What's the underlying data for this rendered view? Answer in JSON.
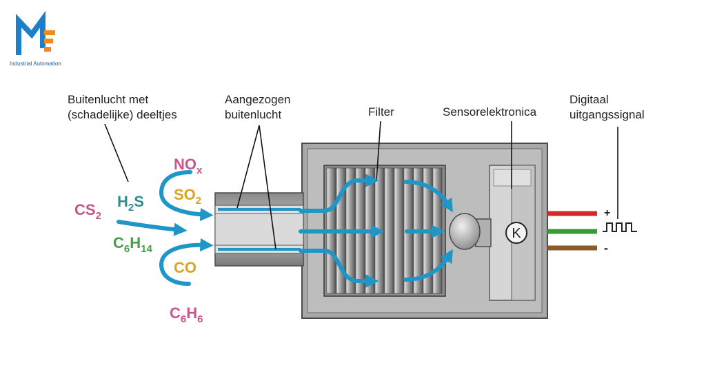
{
  "logo": {
    "caption": "Industrial Automation"
  },
  "labels": {
    "outside_air_1": "Buitenlucht met",
    "outside_air_2": "(schadelijke) deeltjes",
    "intake_1": "Aangezogen",
    "intake_2": "buitenlucht",
    "filter": "Filter",
    "electronics": "Sensorelektronica",
    "output_1": "Digitaal",
    "output_2": "uitgangssignal",
    "plus": "+",
    "minus": "-",
    "sensor_symbol": "K"
  },
  "gases": {
    "nox": {
      "base": "NO",
      "sub": "x"
    },
    "so2": {
      "base": "SO",
      "sub": "2"
    },
    "h2s": {
      "b1": "H",
      "s1": "2",
      "b2": "S"
    },
    "cs2": {
      "base": "CS",
      "sub": "2"
    },
    "c6h14": {
      "b1": "C",
      "s1": "6",
      "b2": "H",
      "s2": "14"
    },
    "co": {
      "base": "CO"
    },
    "c6h6": {
      "b1": "C",
      "s1": "6",
      "b2": "H",
      "s2": "6"
    }
  },
  "colors": {
    "flow": "#1e96c8",
    "pink": "#c8568a",
    "teal": "#2f8f8f",
    "green": "#4a9b4a",
    "yellow": "#d9a520",
    "wire_red": "#d42a2a",
    "wire_green": "#3a9a3a",
    "wire_brown": "#8a5a2a",
    "logo_blue": "#1e7fc8",
    "logo_orange": "#f08a1e"
  }
}
